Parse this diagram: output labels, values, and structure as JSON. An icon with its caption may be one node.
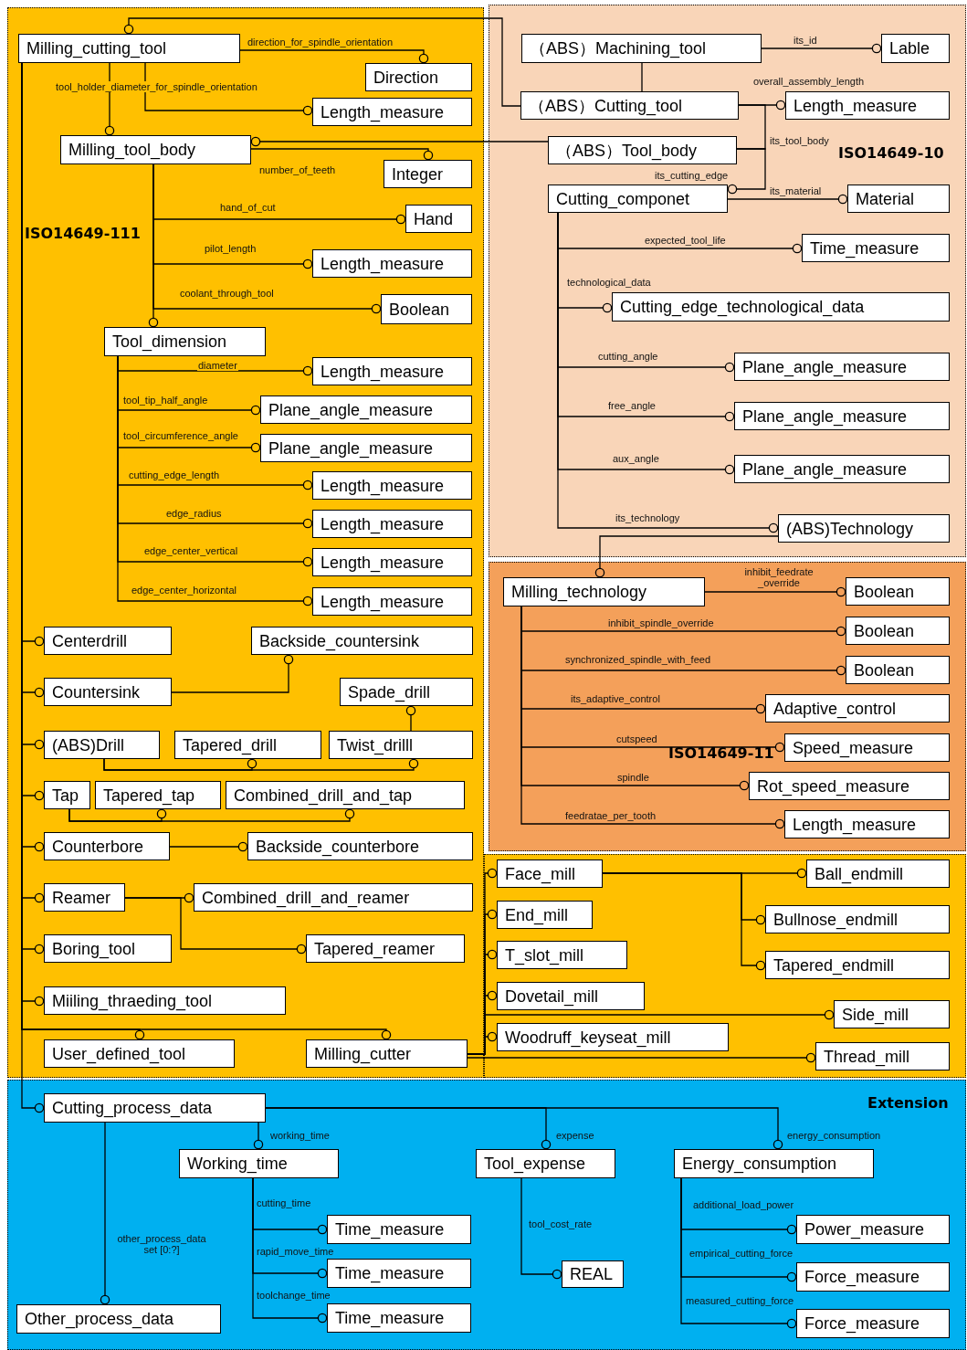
{
  "diagram": {
    "nodes": [
      {
        "text": [
          "ISO14649-111"
        ]
      },
      {
        "text": [
          "Milling_cutting_tool"
        ],
        "in": 0
      },
      {
        "text": [
          "Direction"
        ],
        "in": 0
      },
      {
        "text": [
          "Length_measure"
        ],
        "in": 0
      },
      {
        "text": [
          "Milling_tool_body"
        ],
        "in": 0
      },
      {
        "text": [
          "Integer"
        ],
        "in": 0
      },
      {
        "text": [
          "Hand"
        ],
        "in": 0
      },
      {
        "text": [
          "Length_measure"
        ],
        "in": 0
      },
      {
        "text": [
          "Boolean"
        ],
        "in": 0
      },
      {
        "text": [
          "Tool_dimension"
        ],
        "in": 0
      },
      {
        "text": [
          "Length_measure"
        ],
        "in": 0
      },
      {
        "text": [
          "Plane_angle_measure"
        ],
        "in": 0
      },
      {
        "text": [
          "Plane_angle_measure"
        ],
        "in": 0
      },
      {
        "text": [
          "Length_measure"
        ],
        "in": 0
      },
      {
        "text": [
          "Length_measure"
        ],
        "in": 0
      },
      {
        "text": [
          "Length_measure"
        ],
        "in": 0
      },
      {
        "text": [
          "Length_measure"
        ],
        "in": 0
      },
      {
        "text": [
          "Centerdrill"
        ],
        "in": 0
      },
      {
        "text": [
          "Backside_countersink"
        ],
        "in": 0
      },
      {
        "text": [
          "Countersink"
        ],
        "in": 0
      },
      {
        "text": [
          "Spade_drill"
        ],
        "in": 0
      },
      {
        "text": [
          "(ABS)Drill"
        ],
        "in": 0
      },
      {
        "text": [
          "Tapered_drill"
        ],
        "in": 0
      },
      {
        "text": [
          "Twist_drilll"
        ],
        "in": 0
      },
      {
        "text": [
          "Tap"
        ],
        "in": 0
      },
      {
        "text": [
          "Tapered_tap"
        ],
        "in": 0
      },
      {
        "text": [
          "Combined_drill_and_tap"
        ],
        "in": 0
      },
      {
        "text": [
          "Counterbore"
        ],
        "in": 0
      },
      {
        "text": [
          "Backside_counterbore"
        ],
        "in": 0
      },
      {
        "text": [
          "Reamer"
        ],
        "in": 0
      },
      {
        "text": [
          "Combined_drill_and_reamer"
        ],
        "in": 0
      },
      {
        "text": [
          "Boring_tool"
        ],
        "in": 0
      },
      {
        "text": [
          "Tapered_reamer"
        ],
        "in": 0
      },
      {
        "text": [
          "Miiling_thraeding_tool"
        ],
        "in": 0
      },
      {
        "text": [
          "User_defined_tool"
        ],
        "in": 0
      },
      {
        "text": [
          "Milling_cutter"
        ],
        "in": 0
      },
      {
        "text": [
          "ISO14649-10"
        ]
      },
      {
        "text": [
          "（ABS）Machining_tool"
        ],
        "in": 36
      },
      {
        "text": [
          "Lable"
        ],
        "in": 36
      },
      {
        "text": [
          "（ABS）Cutting_tool"
        ],
        "in": 36
      },
      {
        "text": [
          "Length_measure"
        ],
        "in": 36
      },
      {
        "text": [
          "（ABS）Tool_body"
        ],
        "in": 36
      },
      {
        "text": [
          "Cutting_componet"
        ],
        "in": 36
      },
      {
        "text": [
          "Material"
        ],
        "in": 36
      },
      {
        "text": [
          "Time_measure"
        ],
        "in": 36
      },
      {
        "text": [
          "Cutting_edge_technological_data"
        ],
        "in": 36
      },
      {
        "text": [
          "Plane_angle_measure"
        ],
        "in": 36
      },
      {
        "text": [
          "Plane_angle_measure"
        ],
        "in": 36
      },
      {
        "text": [
          "Plane_angle_measure"
        ],
        "in": 36
      },
      {
        "text": [
          "(ABS)Technology"
        ],
        "in": 36
      },
      {
        "text": [
          "ISO14649-11"
        ]
      },
      {
        "text": [
          "Milling_technology"
        ],
        "in": 50
      },
      {
        "text": [
          "Boolean"
        ],
        "in": 50
      },
      {
        "text": [
          "Boolean"
        ],
        "in": 50
      },
      {
        "text": [
          "Boolean"
        ],
        "in": 50
      },
      {
        "text": [
          "Adaptive_control"
        ],
        "in": 50
      },
      {
        "text": [
          "Speed_measure"
        ],
        "in": 50
      },
      {
        "text": [
          "Rot_speed_measure"
        ],
        "in": 50
      },
      {
        "text": [
          "Length_measure"
        ],
        "in": 50
      },
      {
        "text": [
          "Face_mill"
        ]
      },
      {
        "text": [
          "End_mill"
        ]
      },
      {
        "text": [
          "T_slot_mill"
        ]
      },
      {
        "text": [
          "Dovetail_mill"
        ]
      },
      {
        "text": [
          "Woodruff_keyseat_mill"
        ]
      },
      {
        "text": [
          "Ball_endmill"
        ]
      },
      {
        "text": [
          "Bullnose_endmill"
        ]
      },
      {
        "text": [
          "Tapered_endmill"
        ]
      },
      {
        "text": [
          "Side_mill"
        ]
      },
      {
        "text": [
          "Thread_mill"
        ]
      },
      {
        "text": [
          "Extension"
        ]
      },
      {
        "text": [
          "Cutting_process_data"
        ],
        "in": 69
      },
      {
        "text": [
          "Working_time"
        ],
        "in": 69
      },
      {
        "text": [
          "Tool_expense"
        ],
        "in": 69
      },
      {
        "text": [
          "Energy_consumption"
        ],
        "in": 69
      },
      {
        "text": [
          "Time_measure"
        ],
        "in": 69
      },
      {
        "text": [
          "Time_measure"
        ],
        "in": 69
      },
      {
        "text": [
          "Time_measure"
        ],
        "in": 69
      },
      {
        "text": [
          "REAL"
        ],
        "in": 69
      },
      {
        "text": [
          "Power_measure"
        ],
        "in": 69
      },
      {
        "text": [
          "Force_measure"
        ],
        "in": 69
      },
      {
        "text": [
          "Force_measure"
        ],
        "in": 69
      },
      {
        "text": [
          "Other_process_data"
        ],
        "in": 69
      }
    ],
    "edges": [
      {
        "from": 37,
        "to": 38,
        "arrow": "other",
        "label": "its_id"
      },
      {
        "from": 37,
        "to": 39,
        "arrow": "none"
      },
      {
        "from": 39,
        "to": 1,
        "arrow": "other"
      },
      {
        "from": 39,
        "to": 40,
        "arrow": "other",
        "label": "overall_assembly_length"
      },
      {
        "from": 39,
        "to": 41,
        "arrow": "none",
        "label": "its_tool_body"
      },
      {
        "from": 41,
        "to": 42,
        "arrow": "other",
        "label": "its_cutting_edge"
      },
      {
        "from": 42,
        "to": 43,
        "arrow": "other",
        "label": "its_material"
      },
      {
        "from": 42,
        "to": 44,
        "arrow": "other",
        "label": "expected_tool_life"
      },
      {
        "from": 42,
        "to": 45,
        "arrow": "other",
        "label": "technological_data"
      },
      {
        "from": 42,
        "to": 46,
        "arrow": "other",
        "label": "cutting_angle"
      },
      {
        "from": 42,
        "to": 47,
        "arrow": "other",
        "label": "free_angle"
      },
      {
        "from": 42,
        "to": 48,
        "arrow": "other",
        "label": "aux_angle"
      },
      {
        "from": 42,
        "to": 49,
        "arrow": "other",
        "label": "its_technology"
      },
      {
        "from": 49,
        "to": 51,
        "arrow": "other"
      },
      {
        "from": 51,
        "to": 52,
        "arrow": "other",
        "label": "inhibit_feedrate _override"
      },
      {
        "from": 51,
        "to": 53,
        "arrow": "other",
        "label": "inhibit_spindle_override"
      },
      {
        "from": 51,
        "to": 54,
        "arrow": "other",
        "label": "synchronized_spindle_with_feed"
      },
      {
        "from": 51,
        "to": 55,
        "arrow": "other",
        "label": "its_adaptive_control"
      },
      {
        "from": 51,
        "to": 56,
        "arrow": "other",
        "label": "cutspeed"
      },
      {
        "from": 51,
        "to": 57,
        "arrow": "other",
        "label": "spindle"
      },
      {
        "from": 51,
        "to": 58,
        "arrow": "other",
        "label": "feedratae_per_tooth"
      },
      {
        "from": 1,
        "to": 2,
        "arrow": "other",
        "label": "direction_for_spindle_orientation"
      },
      {
        "from": 1,
        "to": 3,
        "arrow": "other",
        "label": "tool_holder_diameter_for_spindle_orientation"
      },
      {
        "from": 1,
        "to": 4,
        "arrow": "other"
      },
      {
        "from": 41,
        "to": 4,
        "arrow": "other"
      },
      {
        "from": 4,
        "to": 5,
        "arrow": "other",
        "label": "number_of_teeth"
      },
      {
        "from": 4,
        "to": 6,
        "arrow": "other",
        "label": "hand_of_cut"
      },
      {
        "from": 4,
        "to": 7,
        "arrow": "other",
        "label": "pilot_length"
      },
      {
        "from": 4,
        "to": 8,
        "arrow": "other",
        "label": "coolant_through_tool"
      },
      {
        "from": 4,
        "to": 9,
        "arrow": "other"
      },
      {
        "from": 9,
        "to": 10,
        "arrow": "other",
        "label": "diameter"
      },
      {
        "from": 9,
        "to": 11,
        "arrow": "other",
        "label": "tool_tip_half_angle"
      },
      {
        "from": 9,
        "to": 12,
        "arrow": "other",
        "label": "tool_circumference_angle"
      },
      {
        "from": 9,
        "to": 13,
        "arrow": "other",
        "label": "cutting_edge_length"
      },
      {
        "from": 9,
        "to": 14,
        "arrow": "other",
        "label": "edge_radius"
      },
      {
        "from": 9,
        "to": 15,
        "arrow": "other",
        "label": "edge_center_vertical"
      },
      {
        "from": 9,
        "to": 16,
        "arrow": "other",
        "label": "edge_center_horizontal"
      },
      {
        "from": 1,
        "to": 17,
        "arrow": "other"
      },
      {
        "from": 1,
        "to": 19,
        "arrow": "other"
      },
      {
        "from": 1,
        "to": 21,
        "arrow": "other"
      },
      {
        "from": 1,
        "to": 24,
        "arrow": "other"
      },
      {
        "from": 1,
        "to": 27,
        "arrow": "other"
      },
      {
        "from": 1,
        "to": 29,
        "arrow": "other"
      },
      {
        "from": 1,
        "to": 31,
        "arrow": "other"
      },
      {
        "from": 1,
        "to": 33,
        "arrow": "other"
      },
      {
        "from": 1,
        "to": 34,
        "arrow": "other"
      },
      {
        "from": 1,
        "to": 35,
        "arrow": "other"
      },
      {
        "from": 1,
        "to": 70,
        "arrow": "other"
      },
      {
        "from": 19,
        "to": 18,
        "arrow": "other"
      },
      {
        "from": 21,
        "to": 22,
        "arrow": "other"
      },
      {
        "from": 21,
        "to": 23,
        "arrow": "other"
      },
      {
        "from": 23,
        "to": 20,
        "arrow": "other"
      },
      {
        "from": 24,
        "to": 25,
        "arrow": "other"
      },
      {
        "from": 24,
        "to": 26,
        "arrow": "other"
      },
      {
        "from": 27,
        "to": 28,
        "arrow": "other"
      },
      {
        "from": 29,
        "to": 30,
        "arrow": "other"
      },
      {
        "from": 29,
        "to": 32,
        "arrow": "other"
      },
      {
        "from": 35,
        "to": 59,
        "arrow": "other"
      },
      {
        "from": 35,
        "to": 60,
        "arrow": "other"
      },
      {
        "from": 35,
        "to": 61,
        "arrow": "other"
      },
      {
        "from": 35,
        "to": 62,
        "arrow": "other"
      },
      {
        "from": 35,
        "to": 63,
        "arrow": "other"
      },
      {
        "from": 35,
        "to": 67,
        "arrow": "other"
      },
      {
        "from": 35,
        "to": 68,
        "arrow": "other"
      },
      {
        "from": 59,
        "to": 64,
        "arrow": "other"
      },
      {
        "from": 59,
        "to": 65,
        "arrow": "other"
      },
      {
        "from": 59,
        "to": 66,
        "arrow": "other"
      },
      {
        "from": 70,
        "to": 71,
        "arrow": "other",
        "label": "working_time"
      },
      {
        "from": 70,
        "to": 72,
        "arrow": "other",
        "label": "expense"
      },
      {
        "from": 70,
        "to": 73,
        "arrow": "other",
        "label": "energy_consumption"
      },
      {
        "from": 70,
        "to": 81,
        "arrow": "other",
        "label": "other_process_data set [0:?]"
      },
      {
        "from": 71,
        "to": 74,
        "arrow": "other",
        "label": "cutting_time"
      },
      {
        "from": 71,
        "to": 75,
        "arrow": "other",
        "label": "rapid_move_time"
      },
      {
        "from": 71,
        "to": 76,
        "arrow": "other",
        "label": "toolchange_time"
      },
      {
        "from": 72,
        "to": 77,
        "arrow": "other",
        "label": "tool_cost_rate"
      },
      {
        "from": 73,
        "to": 78,
        "arrow": "other",
        "label": "additional_load_power"
      },
      {
        "from": 73,
        "to": 79,
        "arrow": "other",
        "label": "empirical_cutting_force"
      },
      {
        "from": 73,
        "to": 80,
        "arrow": "other",
        "label": "measured_cutting_force"
      }
    ]
  }
}
